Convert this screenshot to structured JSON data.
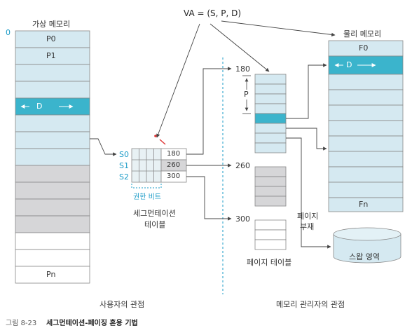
{
  "va_formula": "VA = (S, P, D)",
  "virtual_memory": {
    "label": "가상 메모리",
    "zero": "0",
    "p0": "P0",
    "p1": "P1",
    "d": "D",
    "pn": "Pn"
  },
  "segment_table": {
    "rows": [
      {
        "label": "S0",
        "value": "180"
      },
      {
        "label": "S1",
        "value": "260"
      },
      {
        "label": "S2",
        "value": "300"
      }
    ],
    "bits_label": "권한 비트",
    "name_line1": "세그먼테이션",
    "name_line2": "테이블"
  },
  "page_tables": {
    "base1": "180",
    "base2": "260",
    "base3": "300",
    "p_label": "P",
    "name": "페이지 테이블"
  },
  "page_fault": {
    "line1": "페이지",
    "line2": "부재"
  },
  "physical_memory": {
    "label": "물리 메모리",
    "f0": "F0",
    "d": "D",
    "fn": "Fn"
  },
  "swap_area": "스왑 영역",
  "views": {
    "user": "사용자의 관점",
    "manager": "메모리 관리자의 관점"
  },
  "caption": {
    "number": "그림 8-23",
    "title": "세그먼테이션-페이징 혼용 기법"
  },
  "colors": {
    "light_blue": "#d5e9f1",
    "teal": "#3bb4cc",
    "gray": "#d6d6d8",
    "cyan_text": "#1a9bc7"
  }
}
